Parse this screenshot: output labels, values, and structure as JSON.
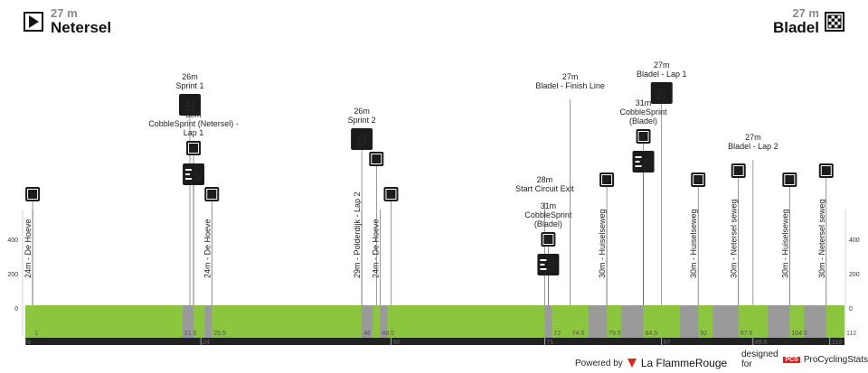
{
  "start": {
    "altitude": "27 m",
    "name": "Netersel"
  },
  "finish": {
    "altitude": "27 m",
    "name": "Bladel"
  },
  "y_ticks": [
    "400",
    "200",
    "0"
  ],
  "km_major": [
    {
      "km": 0,
      "label": "0"
    },
    {
      "km": 24,
      "label": "24"
    },
    {
      "km": 50,
      "label": "50"
    },
    {
      "km": 71,
      "label": "71"
    },
    {
      "km": 87,
      "label": "87"
    },
    {
      "km": 99.5,
      "label": "99.5"
    },
    {
      "km": 110,
      "label": "110"
    }
  ],
  "km_minor": [
    {
      "km": 1,
      "label": "1"
    },
    {
      "km": 21.5,
      "label": "21.5"
    },
    {
      "km": 25.5,
      "label": "25.5"
    },
    {
      "km": 46,
      "label": "46"
    },
    {
      "km": 48.5,
      "label": "48.5"
    },
    {
      "km": 72,
      "label": "72"
    },
    {
      "km": 74.5,
      "label": "74.5"
    },
    {
      "km": 79.5,
      "label": "79.5"
    },
    {
      "km": 84.5,
      "label": "84.5"
    },
    {
      "km": 92,
      "label": "92"
    },
    {
      "km": 97.5,
      "label": "97.5"
    },
    {
      "km": 104.5,
      "label": "104.5"
    },
    {
      "km": 112,
      "label": "112"
    }
  ],
  "cobbles": [
    {
      "from": 21.5,
      "to": 23
    },
    {
      "from": 24.5,
      "to": 25.5
    },
    {
      "from": 46,
      "to": 47.5
    },
    {
      "from": 48.5,
      "to": 49.5
    },
    {
      "from": 71,
      "to": 72
    },
    {
      "from": 77,
      "to": 79.5
    },
    {
      "from": 81.5,
      "to": 84.5
    },
    {
      "from": 89.5,
      "to": 92
    },
    {
      "from": 94,
      "to": 97.5
    },
    {
      "from": 101.5,
      "to": 104.5
    },
    {
      "from": 106.5,
      "to": 109.5
    }
  ],
  "vertical_labels": [
    {
      "km": 1,
      "text": "24m - De Hoeve"
    },
    {
      "km": 25.5,
      "text": "24m - De Hoeve"
    },
    {
      "km": 46,
      "text": "29m - Polderdijk - Lap 2"
    },
    {
      "km": 48.5,
      "text": "24m - De Hoeve"
    },
    {
      "km": 79.5,
      "text": "30m - Huiselseweg"
    },
    {
      "km": 92,
      "text": "30m - Huiselseweg"
    },
    {
      "km": 97.5,
      "text": "30m - Netersel seweg"
    },
    {
      "km": 104.5,
      "text": "30m - Huiselseweg"
    },
    {
      "km": 109.5,
      "text": "30m - Netersel seweg"
    }
  ],
  "markers": [
    {
      "km": 1,
      "num": "1",
      "top": 207,
      "labels": []
    },
    {
      "km": 22.5,
      "num": "",
      "sign": "B",
      "top": 104,
      "labels": [
        "26m",
        "Sprint 1"
      ]
    },
    {
      "km": 23,
      "num": "2",
      "top": 156,
      "labels": [
        "30m",
        "CobbleSprint (Netersel) -",
        "Lap 1"
      ]
    },
    {
      "km": 23,
      "num": "",
      "sign": "S",
      "top": 181,
      "labels": []
    },
    {
      "km": 25.5,
      "num": "3",
      "top": 207,
      "labels": []
    },
    {
      "km": 46,
      "num": "",
      "sign": "B",
      "top": 142,
      "labels": [
        "26m",
        "Sprint 2"
      ]
    },
    {
      "km": 48,
      "num": "4",
      "top": 168,
      "labels": []
    },
    {
      "km": 50,
      "num": "5",
      "top": 207,
      "labels": []
    },
    {
      "km": 71.5,
      "num": "6",
      "top": 257,
      "labels": [
        "31m",
        "CobbleSprint",
        "(Bladel)"
      ]
    },
    {
      "km": 71.5,
      "num": "",
      "sign": "S",
      "top": 281,
      "labels": []
    },
    {
      "km": 79.5,
      "num": "7",
      "top": 191,
      "labels": []
    },
    {
      "km": 84.5,
      "num": "8",
      "top": 143,
      "labels": [
        "31m",
        "CobbleSprint",
        "(Bladel)"
      ]
    },
    {
      "km": 84.5,
      "num": "",
      "sign": "S",
      "top": 167,
      "labels": []
    },
    {
      "km": 87,
      "num": "",
      "sign": "B",
      "top": 91,
      "labels": [
        "27m",
        "Bladel - Lap 1"
      ]
    },
    {
      "km": 92,
      "num": "9",
      "top": 191,
      "labels": []
    },
    {
      "km": 97.5,
      "num": "10",
      "top": 181,
      "labels": []
    },
    {
      "km": 104.5,
      "num": "9",
      "top": 191,
      "labels": []
    },
    {
      "km": 109.5,
      "num": "12",
      "top": 181,
      "labels": []
    }
  ],
  "line_labels": [
    {
      "km": 71,
      "top": 202,
      "labels": [
        "28m",
        "Start Circuit Exit"
      ]
    },
    {
      "km": 74.5,
      "top": 88,
      "labels": [
        "27m",
        "Bladel - Finish Line"
      ]
    },
    {
      "km": 99.5,
      "top": 155,
      "labels": [
        "27m",
        "Bladel - Lap 2"
      ]
    }
  ],
  "footer": {
    "powered": "Powered by",
    "lfr": "La FlammeRouge",
    "designed": "designed for",
    "pcs_badge": "PCS",
    "pcs": "ProCyclingStats"
  },
  "colors": {
    "ground": "#8cc63f",
    "cobble": "#9a9a9a",
    "bar": "#222222",
    "sign": "#1b1b1b"
  }
}
